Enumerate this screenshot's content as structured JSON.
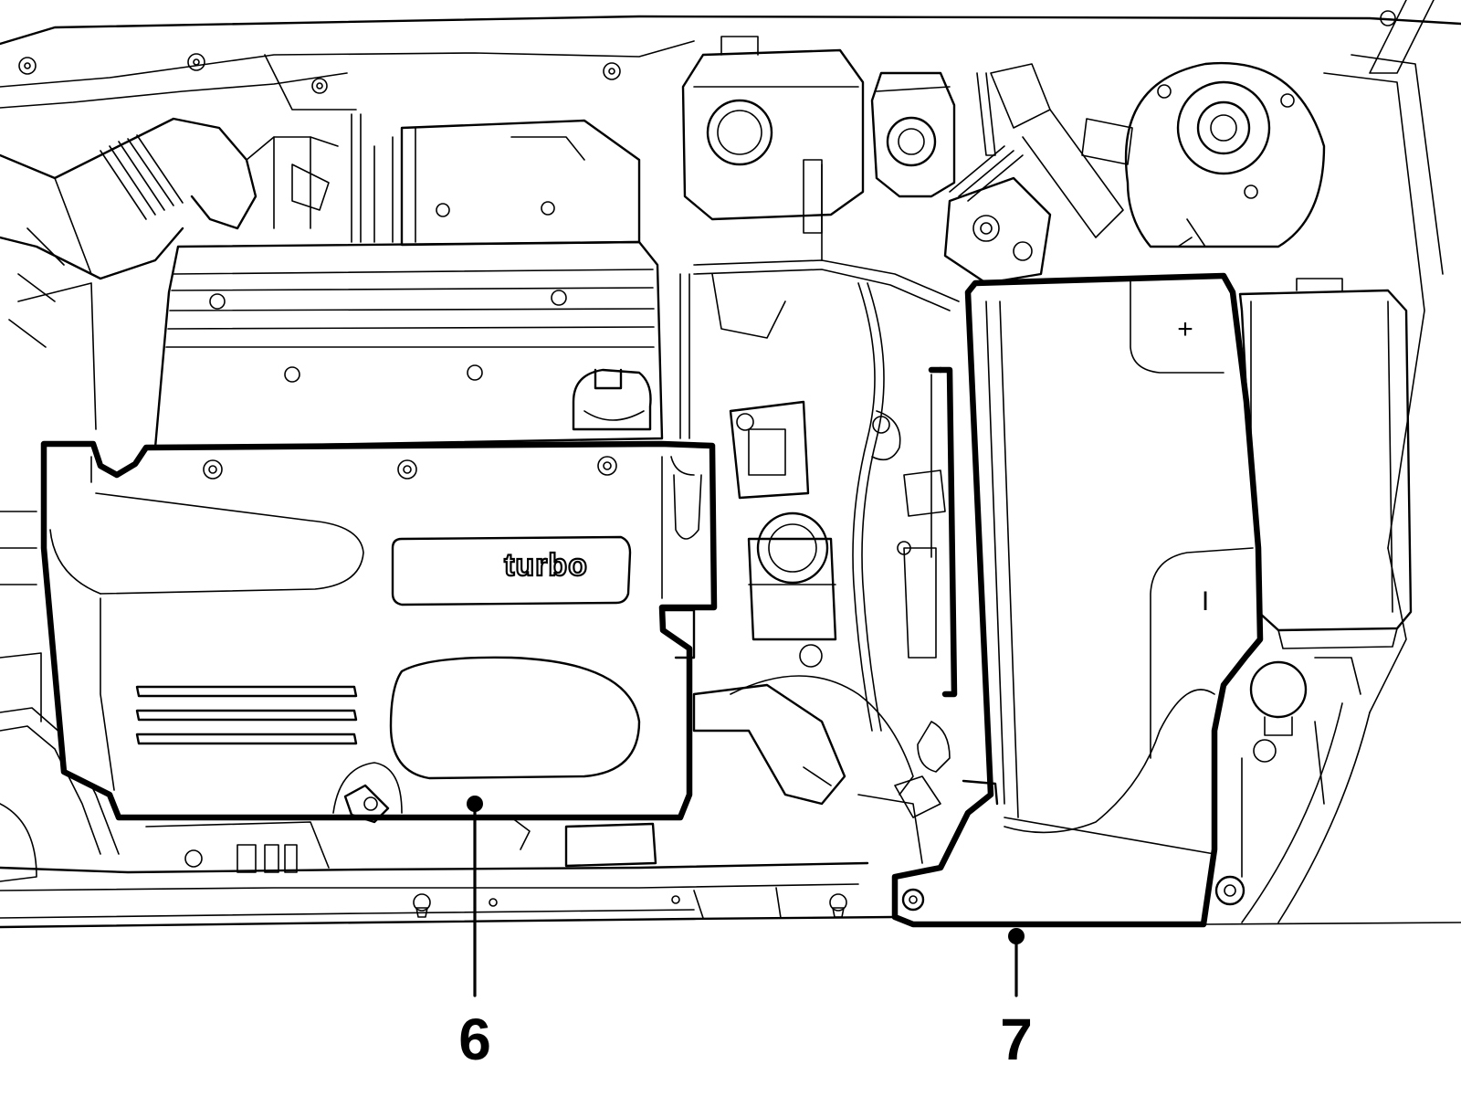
{
  "diagram": {
    "cover_logo": "turbo",
    "battery_positive_mark": "+",
    "battery_negative_mark": "I",
    "callouts": [
      {
        "id": "engine-cover",
        "label": "6"
      },
      {
        "id": "battery-cover",
        "label": "7"
      }
    ],
    "colors": {
      "line": "#000000",
      "background": "#ffffff"
    }
  }
}
